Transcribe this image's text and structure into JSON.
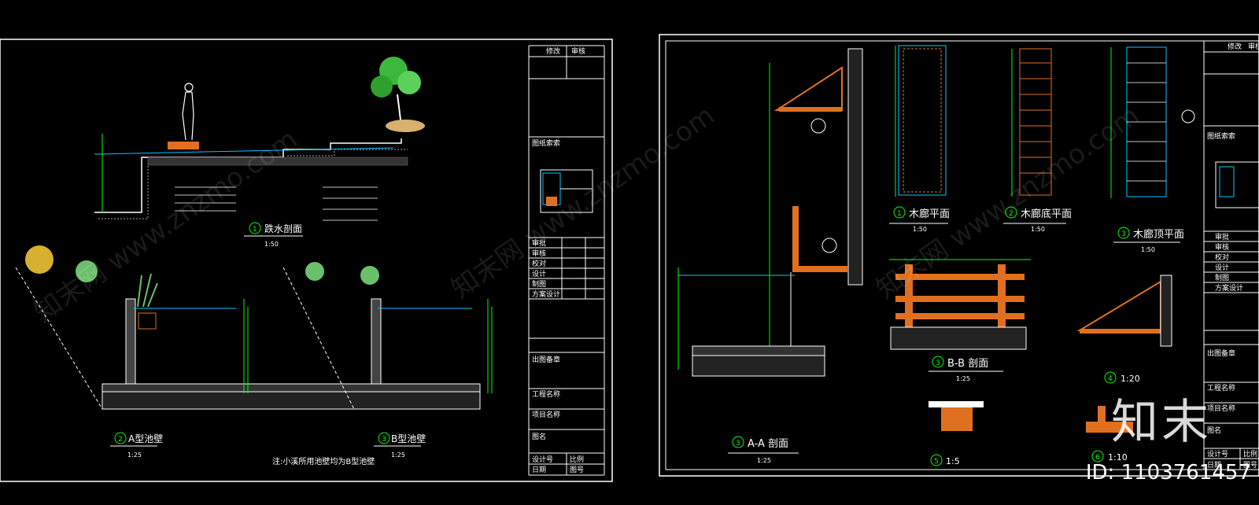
{
  "left_sheet": {
    "title_block": {
      "top_cells": [
        "修改",
        "审核"
      ],
      "index_label": "图纸索索",
      "roles": [
        "审批",
        "审核",
        "校对",
        "设计",
        "制图",
        "方案设计"
      ],
      "fields": [
        "出图备章",
        "工程名称",
        "项目名称",
        "图名"
      ],
      "footer": [
        "设计号",
        "比例",
        "日期",
        "图号"
      ]
    },
    "details": [
      {
        "num": "1",
        "title": "跌水剖面",
        "scale": "1:50"
      },
      {
        "num": "2",
        "title": "A型池壁",
        "scale": "1:25"
      },
      {
        "num": "3",
        "title": "B型池壁",
        "scale": "1:25"
      }
    ],
    "note": "注:小溪所用池壁均为B型池壁"
  },
  "right_sheet": {
    "title_block": {
      "top_cells": [
        "修改",
        "审核"
      ],
      "index_label": "图纸索索",
      "roles": [
        "审批",
        "审核",
        "校对",
        "设计",
        "制图",
        "方案设计"
      ],
      "fields": [
        "出图备章",
        "工程名称",
        "项目名称",
        "图名"
      ],
      "footer": [
        "设计号",
        "比例",
        "日期",
        "图号"
      ]
    },
    "details": [
      {
        "num": "1",
        "title": "木廊平面",
        "scale": "1:50"
      },
      {
        "num": "2",
        "title": "木廊底平面",
        "scale": "1:50"
      },
      {
        "num": "3",
        "title": "木廊顶平面",
        "scale": "1:50"
      },
      {
        "num": "3",
        "title": "B-B  剖面",
        "scale": "1:25"
      },
      {
        "num": "4",
        "title": "1:20",
        "scale": ""
      },
      {
        "num": "3",
        "title": "A-A  剖面",
        "scale": "1:25"
      },
      {
        "num": "5",
        "title": "1:5",
        "scale": ""
      },
      {
        "num": "6",
        "title": "1:10",
        "scale": ""
      }
    ]
  },
  "watermarks": [
    "知末网 www.znzmo.com",
    "知末网 www.znzmo.com",
    "知末网 www.znzmo.com"
  ],
  "brand": {
    "logo": "知末",
    "id": "ID: 1103761457"
  },
  "colors": {
    "line": "#ffffff",
    "dim": "#00ff00",
    "wood": "#e07020",
    "water": "#00c8ff",
    "callout": "#ff3030",
    "text": "#ffffff"
  }
}
